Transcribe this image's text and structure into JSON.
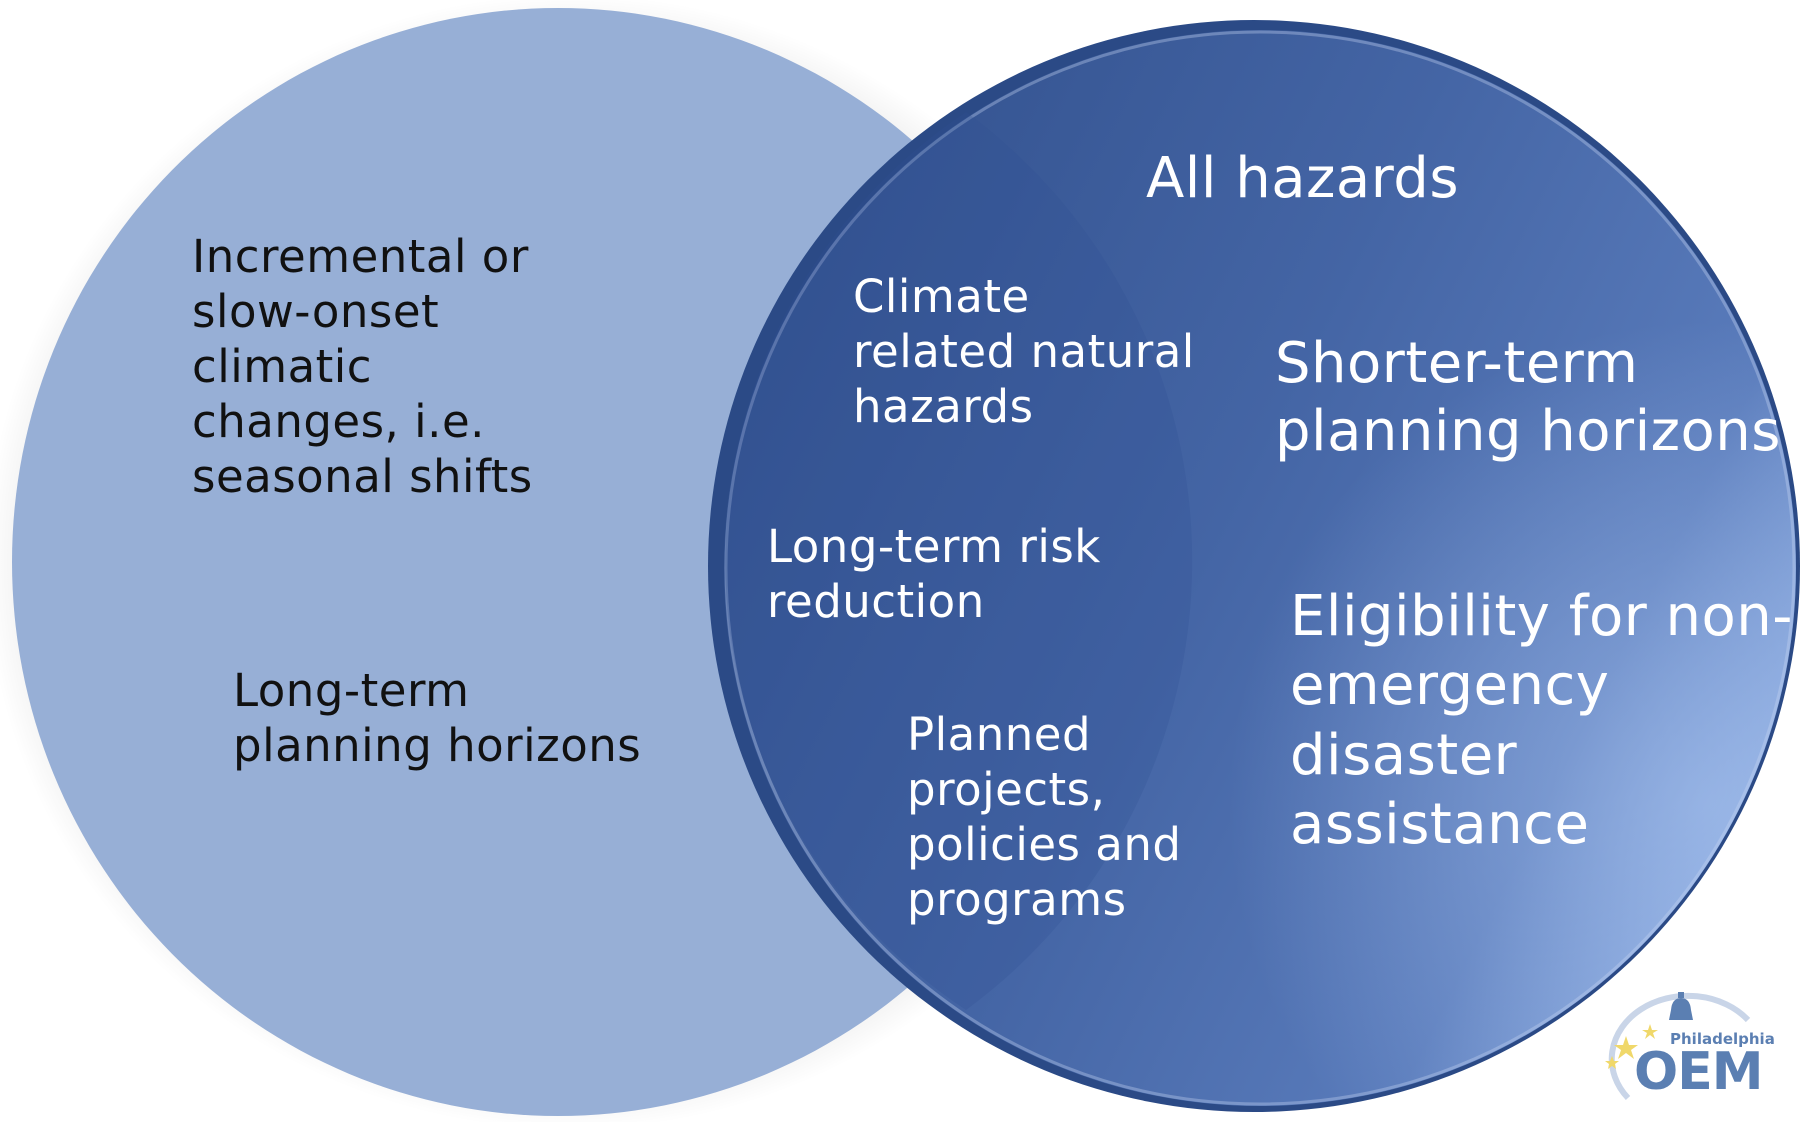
{
  "colors": {
    "left_circle": "#97afd6",
    "right_circle_dark": "#3f5f9f",
    "right_circle_light": "#86a5dc",
    "right_circle_rim": "#2e4f8f",
    "text_dark": "#111111",
    "text_light": "#ffffff",
    "logo": "#5b7fb2",
    "logo_star": "#f0d86a"
  },
  "left_circle": {
    "items": [
      "Incremental or\nslow-onset\nclimatic\nchanges, i.e.\nseasonal shifts",
      "Long-term\nplanning horizons"
    ]
  },
  "right_circle": {
    "title": "All hazards",
    "items": [
      "Shorter-term\nplanning horizons",
      "Eligibility for non-\nemergency\ndisaster\nassistance"
    ]
  },
  "overlap": {
    "items": [
      "Climate\nrelated natural\nhazards",
      "Long-term risk\nreduction",
      "Planned\nprojects,\npolicies and\nprograms"
    ]
  },
  "logo": {
    "city": "Philadelphia",
    "name": "OEM",
    "icon": "liberty-bell-icon"
  }
}
